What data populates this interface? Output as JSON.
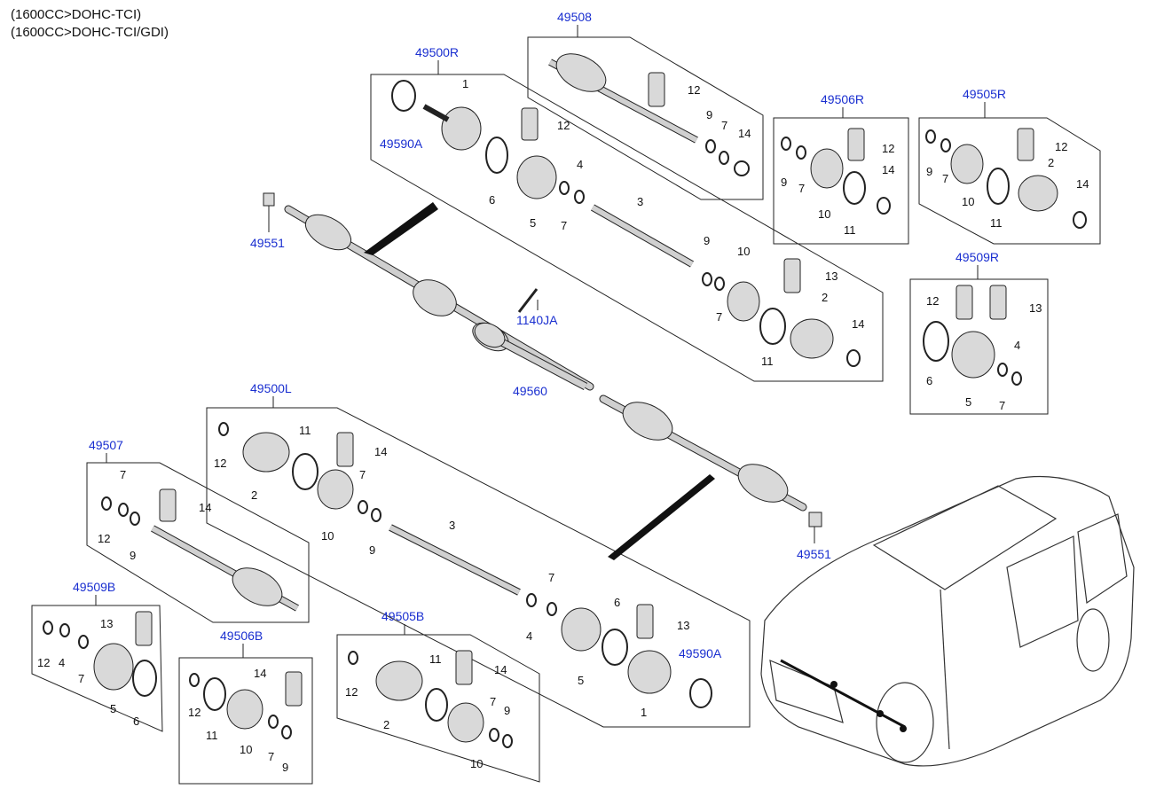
{
  "header": {
    "line1": "(1600CC>DOHC-TCI)",
    "line2": "(1600CC>DOHC-TCI/GDI)"
  },
  "labels": {
    "g49508": "49508",
    "g49500R": "49500R",
    "g49506R": "49506R",
    "g49505R": "49505R",
    "g49509R": "49509R",
    "g49500L": "49500L",
    "g49507": "49507",
    "g49509B": "49509B",
    "g49506B": "49506B",
    "g49505B": "49505B",
    "p49590A_top": "49590A",
    "p49590A_bot": "49590A",
    "p49551_left": "49551",
    "p49551_right": "49551",
    "p1140JA": "1140JA",
    "p49560": "49560"
  },
  "callouts": {
    "c1": "1",
    "c2": "2",
    "c3": "3",
    "c4": "4",
    "c5": "5",
    "c6": "6",
    "c7": "7",
    "c9": "9",
    "c10": "10",
    "c11": "11",
    "c12": "12",
    "c13": "13",
    "c14": "14"
  },
  "colors": {
    "group_label": "#1a2fd0",
    "callout": "#111111",
    "part_fill": "#d9d9d9",
    "line": "#222222"
  }
}
